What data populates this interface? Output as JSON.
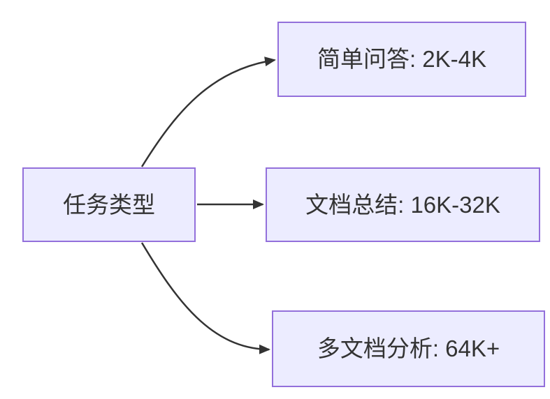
{
  "diagram": {
    "type": "flowchart",
    "direction": "left-to-right",
    "colors": {
      "node_fill": "#ECECFF",
      "node_border": "#9370DB",
      "edge": "#333333",
      "text": "#333333",
      "background": "#ffffff"
    },
    "nodes": {
      "root": {
        "label": "任务类型"
      },
      "simple_qa": {
        "label": "简单问答: 2K-4K"
      },
      "doc_summary": {
        "label": "文档总结: 16K-32K"
      },
      "multi_doc": {
        "label": "多文档分析: 64K+"
      }
    },
    "edges": [
      {
        "from": "root",
        "to": "simple_qa"
      },
      {
        "from": "root",
        "to": "doc_summary"
      },
      {
        "from": "root",
        "to": "multi_doc"
      }
    ]
  }
}
